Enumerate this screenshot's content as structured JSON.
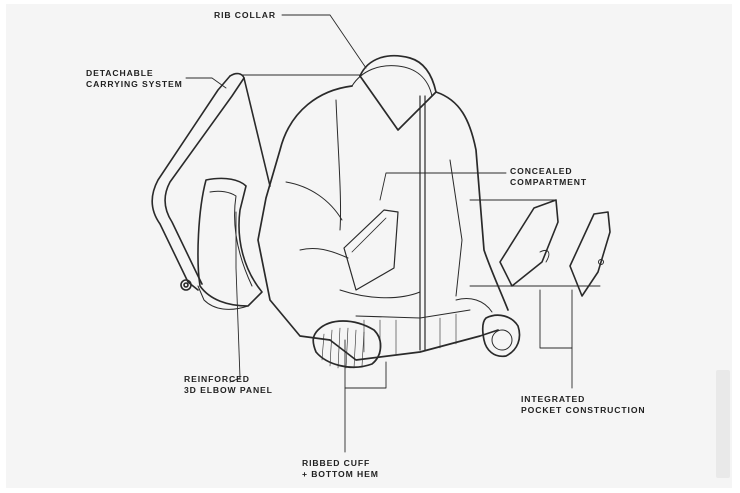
{
  "labels": {
    "rib_collar": "RIB COLLAR",
    "carrying_line1": "DETACHABLE",
    "carrying_line2": "CARRYING SYSTEM",
    "concealed_line1": "CONCEALED",
    "concealed_line2": "COMPARTMENT",
    "elbow_line1": "REINFORCED",
    "elbow_line2": "3D ELBOW PANEL",
    "pocket_line1": "INTEGRATED",
    "pocket_line2": "POCKET CONSTRUCTION",
    "cuff_line1": "RIBBED CUFF",
    "cuff_line2": "+ BOTTOM HEM"
  },
  "colors": {
    "background": "#ffffff",
    "panel": "#f5f5f5",
    "line": "#2a2a2a",
    "text": "#1f1f1f"
  }
}
